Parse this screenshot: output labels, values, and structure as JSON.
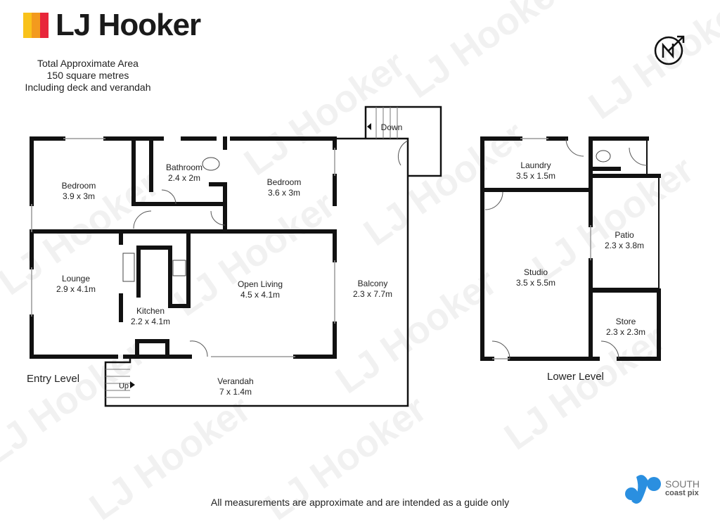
{
  "brand": {
    "name": "LJ Hooker",
    "stripe_colors": [
      "#f9c21a",
      "#f39a1e",
      "#e8263a"
    ]
  },
  "area": {
    "line1": "Total Approximate Area",
    "line2": "150 square metres",
    "line3": "Including deck and verandah"
  },
  "watermark": "LJ Hooker",
  "entry_level": {
    "title": "Entry Level",
    "stairs_down": "Down",
    "stairs_up": "Up",
    "rooms": [
      {
        "name": "Bedroom",
        "size": "3.9 x 3m"
      },
      {
        "name": "Bathroom",
        "size": "2.4 x 2m"
      },
      {
        "name": "Bedroom",
        "size": "3.6 x 3m"
      },
      {
        "name": "Lounge",
        "size": "2.9 x 4.1m"
      },
      {
        "name": "Kitchen",
        "size": "2.2 x 4.1m"
      },
      {
        "name": "Open Living",
        "size": "4.5 x 4.1m"
      },
      {
        "name": "Balcony",
        "size": "2.3 x 7.7m"
      },
      {
        "name": "Verandah",
        "size": "7 x 1.4m"
      }
    ]
  },
  "lower_level": {
    "title": "Lower Level",
    "rooms": [
      {
        "name": "Laundry",
        "size": "3.5 x 1.5m"
      },
      {
        "name": "Patio",
        "size": "2.3 x 3.8m"
      },
      {
        "name": "Studio",
        "size": "3.5 x 5.5m"
      },
      {
        "name": "Store",
        "size": "2.3 x 2.3m"
      }
    ]
  },
  "footer": "All measurements are approximate and are intended as a guide only",
  "credit": {
    "line1": "SOUTH",
    "line2": "coast pix",
    "color": "#2a8fe0"
  }
}
